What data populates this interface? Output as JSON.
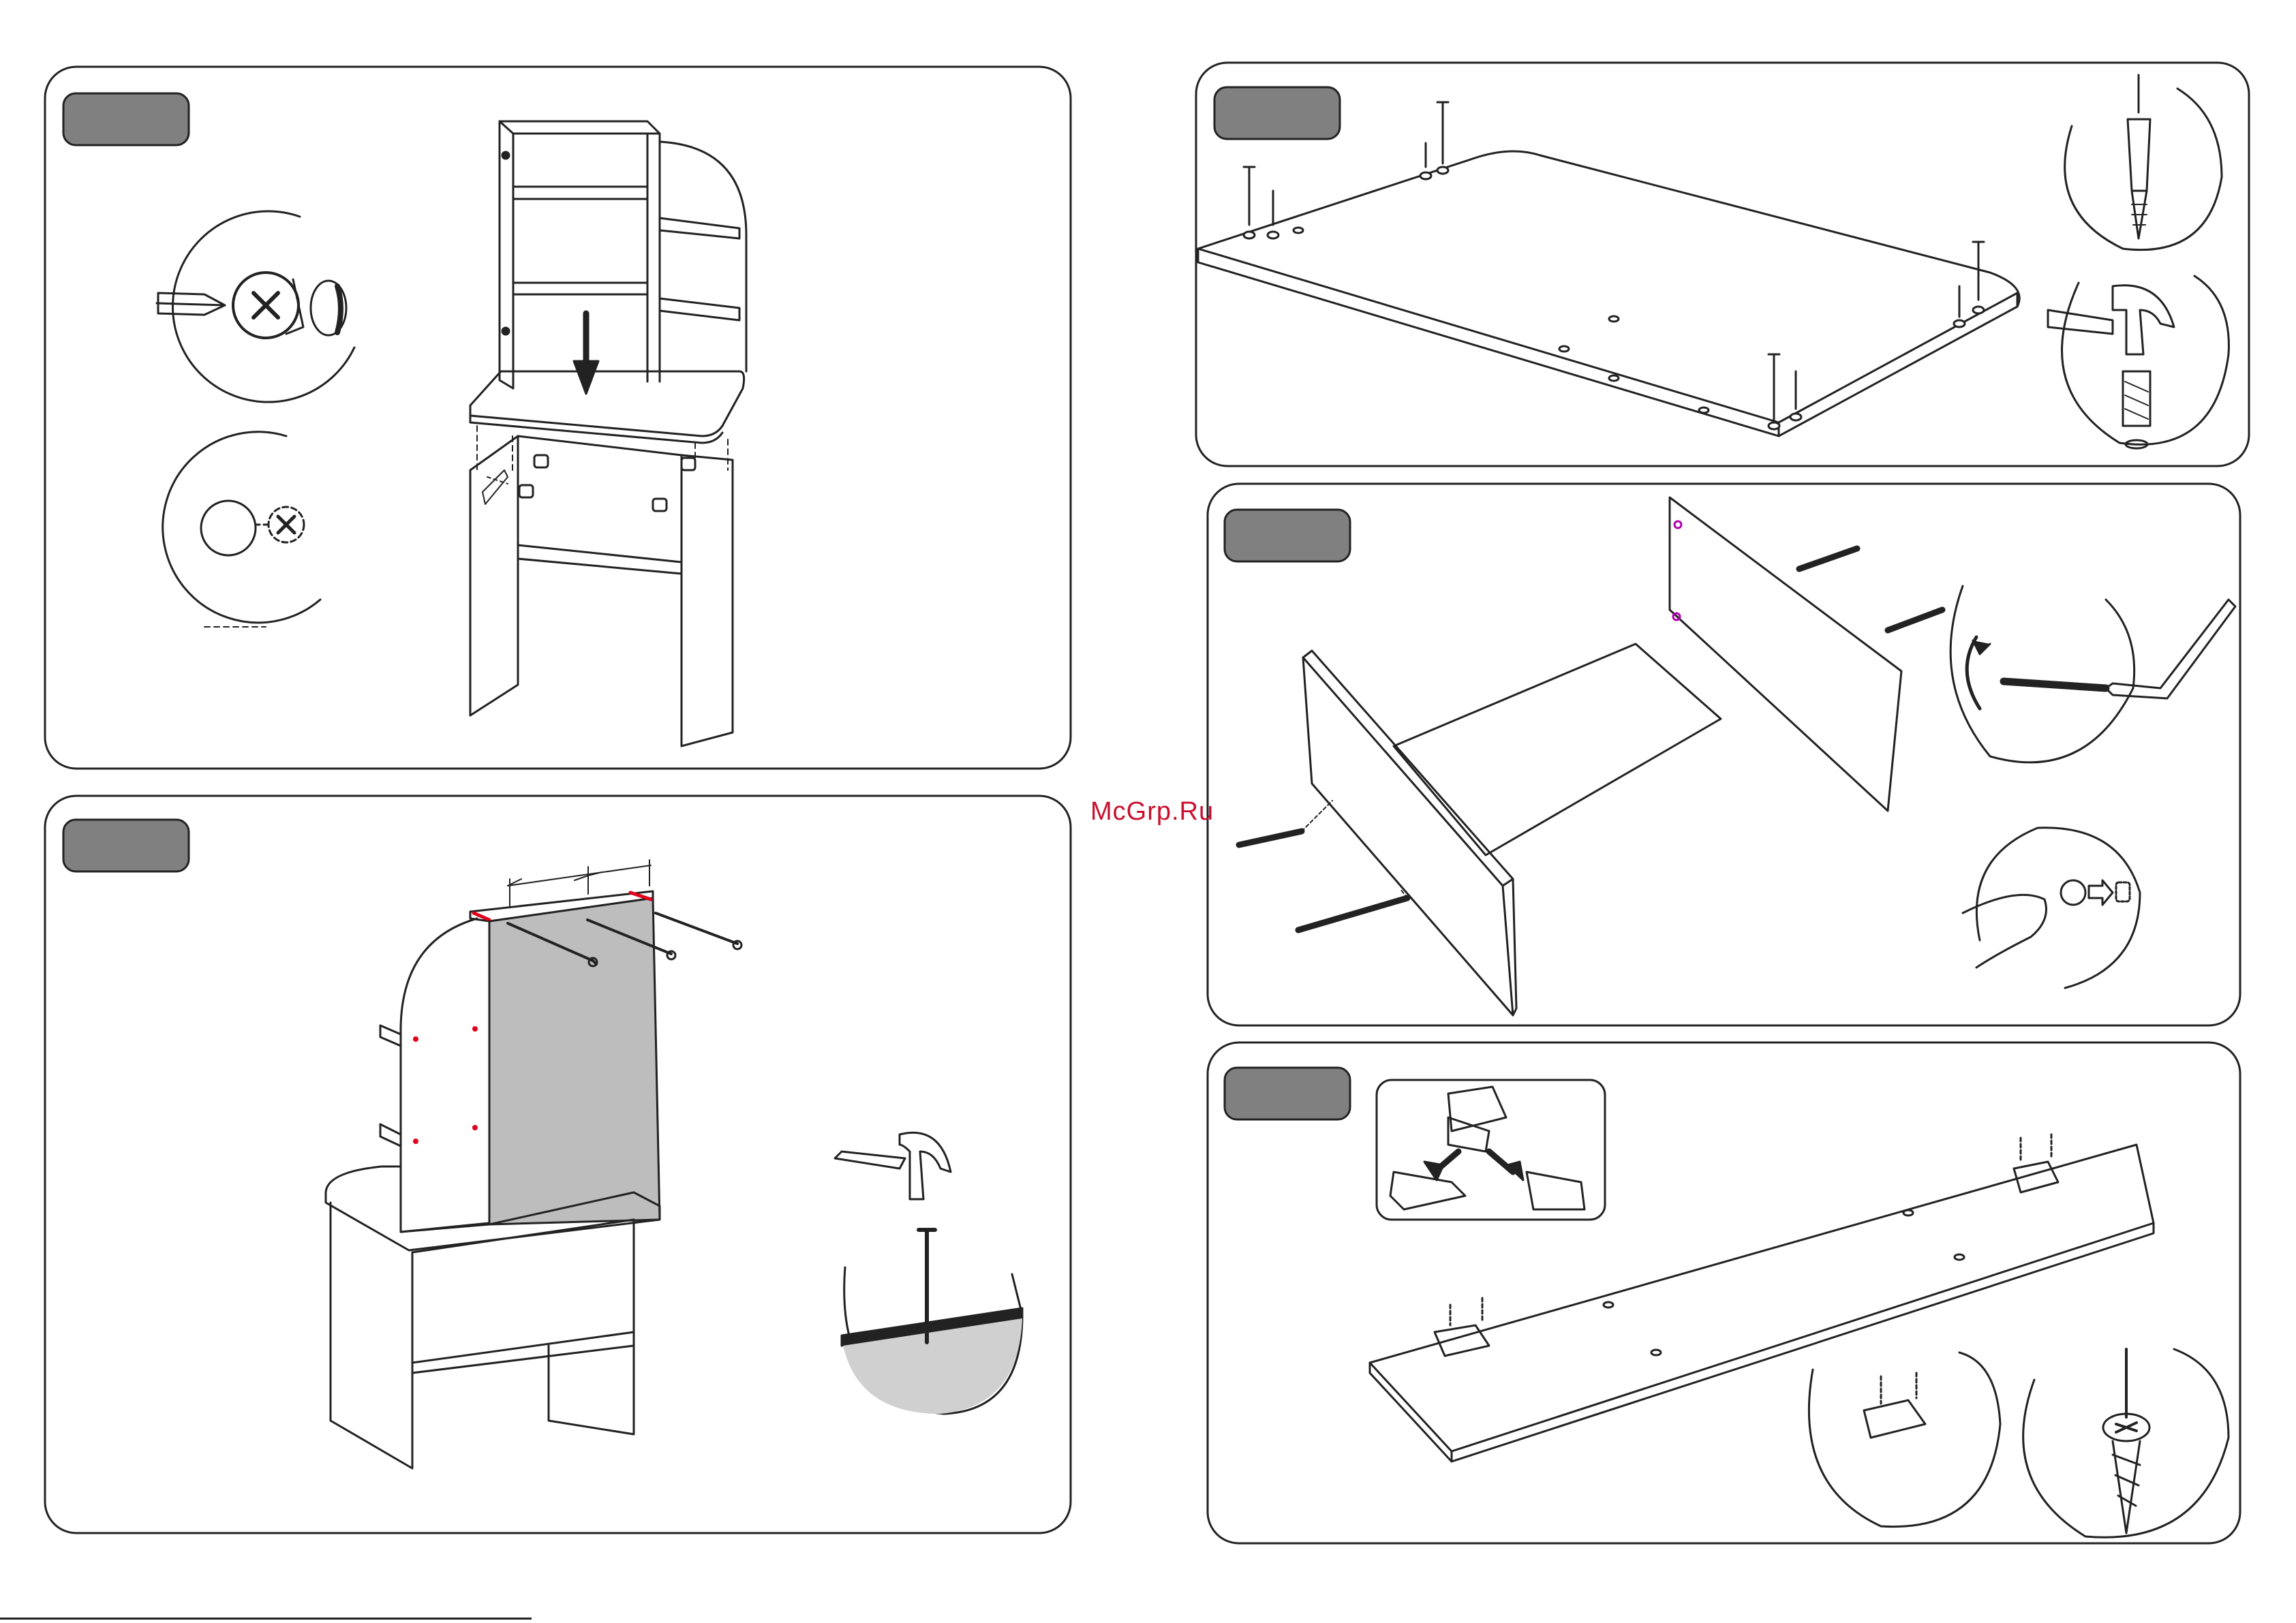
{
  "watermark": {
    "text": "McGrp.Ru",
    "color": "#c8102e"
  },
  "colors": {
    "tab": "#808080",
    "line": "#222222",
    "highlight": "#e0001b",
    "mirror": "#bdbdbd"
  },
  "panels": [
    {
      "id": "step-a",
      "tab_label": ""
    },
    {
      "id": "step-b",
      "tab_label": ""
    },
    {
      "id": "step-c",
      "tab_label": ""
    },
    {
      "id": "step-d",
      "tab_label": ""
    },
    {
      "id": "step-e",
      "tab_label": ""
    }
  ]
}
